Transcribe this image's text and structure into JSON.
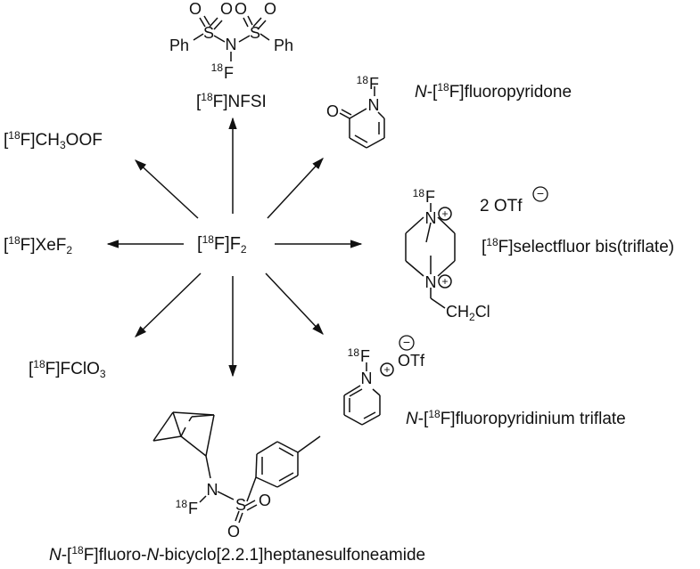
{
  "center": {
    "label": "[18F]F2",
    "iso": "18",
    "el": "F",
    "tail": "F",
    "tail_sub": "2"
  },
  "products": {
    "nfsi": {
      "name": "[18F]NFSI",
      "iso": "18",
      "rest": "NFSI",
      "atoms": {
        "o": "O",
        "s": "S",
        "n": "N",
        "ph": "Ph",
        "f_iso": "18",
        "f": "F"
      }
    },
    "fluoropyridone": {
      "name": "N-[18F]fluoropyridone",
      "prefix": "N",
      "iso": "18",
      "rest": "fluoropyridone",
      "atoms": {
        "o": "O",
        "n": "N",
        "f_iso": "18",
        "f": "F"
      }
    },
    "methyl_hypofluorite": {
      "name": "[18F]CH3OOF",
      "iso": "18",
      "rest": "CH",
      "sub": "3",
      "rest2": "OOF"
    },
    "selectfluor": {
      "name": "[18F]selectfluor bis(triflate)",
      "iso": "18",
      "rest": "selectfluor bis(triflate)",
      "counterion": "2 OTf",
      "charge": "−",
      "atoms": {
        "n": "N",
        "f_iso": "18",
        "f": "F",
        "plus": "+",
        "ch2cl": "CH",
        "ch2cl_sub": "2",
        "cl": "Cl"
      }
    },
    "xenon_difluoride": {
      "name": "[18F]XeF2",
      "iso": "18",
      "rest": "XeF",
      "sub": "2"
    },
    "perchloryl_fluoride": {
      "name": "[18F]FClO3",
      "iso": "18",
      "rest": "FClO",
      "sub": "3"
    },
    "fluoropyridinium": {
      "name": "N-[18F]fluoropyridinium triflate",
      "prefix": "N",
      "iso": "18",
      "rest": "fluoropyridinium triflate",
      "atoms": {
        "n": "N",
        "f_iso": "18",
        "f": "F",
        "plus": "+",
        "otf": "OTf",
        "minus": "−"
      }
    },
    "sulfonamide": {
      "name": "N-[18F]fluoro-N-bicyclo[2.2.1]heptanesulfoneamide",
      "prefix": "N",
      "iso": "18",
      "mid": "fluoro-",
      "prefix2": "N",
      "rest": "-bicyclo[2.2.1]heptanesulfoneamide",
      "atoms": {
        "n": "N",
        "s": "S",
        "o": "O",
        "f_iso": "18",
        "f": "F"
      }
    }
  }
}
